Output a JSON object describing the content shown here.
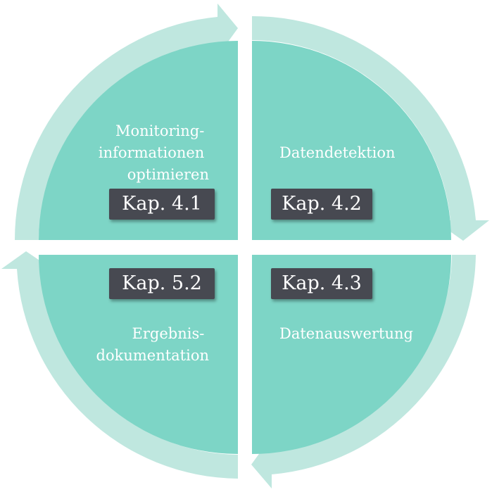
{
  "colors": {
    "quadrant_fill": "#7dd5c6",
    "arrow_fill": "#bfe7df",
    "badge_fill": "#474a51",
    "text": "#ffffff"
  },
  "quadrants": {
    "top_left": {
      "text_lines": [
        "Monitoring-",
        "informationen",
        "optimieren"
      ],
      "chapter": "Kap. 4.1"
    },
    "top_right": {
      "text_lines": [
        "Datendetektion"
      ],
      "chapter": "Kap. 4.2"
    },
    "bottom_right": {
      "text_lines": [
        "Datenauswertung"
      ],
      "chapter": "Kap. 4.3"
    },
    "bottom_left": {
      "text_lines": [
        "Ergebnis-",
        "dokumentation"
      ],
      "chapter": "Kap. 5.2"
    }
  }
}
